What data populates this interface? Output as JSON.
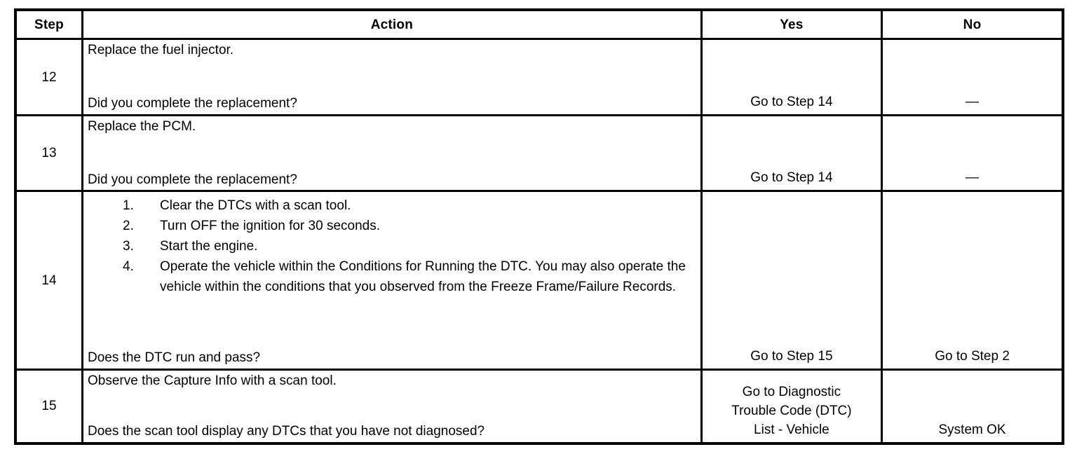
{
  "document": {
    "type": "diagnostic-procedure-table",
    "background_color": "#ffffff",
    "text_color": "#000000",
    "border_color": "#000000"
  },
  "table": {
    "headers": {
      "step": "Step",
      "action": "Action",
      "yes": "Yes",
      "no": "No"
    },
    "rows": [
      {
        "step": "12",
        "action_lead": "Replace the fuel injector.",
        "action_question": "Did you complete the replacement?",
        "list": [],
        "yes": [
          "Go to Step 14"
        ],
        "no": [
          "—"
        ]
      },
      {
        "step": "13",
        "action_lead": "Replace the PCM.",
        "action_question": "Did you complete the replacement?",
        "list": [],
        "yes": [
          "Go to Step 14"
        ],
        "no": [
          "—"
        ]
      },
      {
        "step": "14",
        "action_lead": "",
        "action_question": "Does the DTC run and pass?",
        "list": [
          {
            "marker": "1.",
            "text": "Clear the DTCs with a scan tool."
          },
          {
            "marker": "2.",
            "text": "Turn OFF the ignition for 30 seconds."
          },
          {
            "marker": "3.",
            "text": "Start the engine."
          },
          {
            "marker": "4.",
            "text": "Operate the vehicle within the Conditions for Running the DTC. You may also operate the vehicle within the conditions that you observed from the Freeze Frame/Failure Records."
          }
        ],
        "yes": [
          "Go to Step 15"
        ],
        "no": [
          "Go to Step 2"
        ]
      },
      {
        "step": "15",
        "action_lead": "Observe the Capture Info with a scan tool.",
        "action_question": "Does the scan tool display any DTCs that you have not diagnosed?",
        "list": [],
        "yes": [
          "Go to Diagnostic",
          "Trouble Code (DTC)",
          "List - Vehicle"
        ],
        "no": [
          "System OK"
        ]
      }
    ]
  }
}
